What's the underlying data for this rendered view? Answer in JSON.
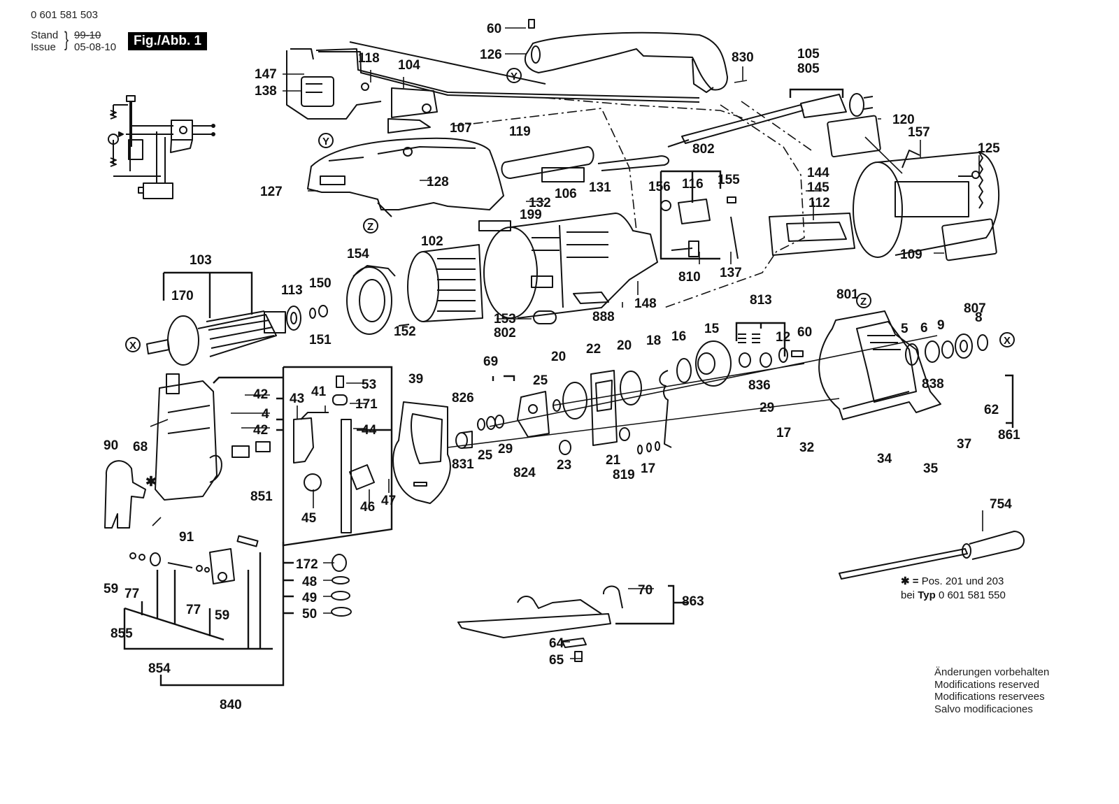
{
  "header": {
    "doc_number": "0 601 581 503",
    "stand_label": "Stand",
    "stand_value": "99-10",
    "issue_label": "Issue",
    "issue_value": "05-08-10",
    "figure_badge": "Fig./Abb. 1"
  },
  "reference_markers": {
    "x": "X",
    "y": "Y",
    "z": "Z"
  },
  "part_labels": {
    "p60_top": "60",
    "p126": "126",
    "p830": "830",
    "p105": "105",
    "p805": "805",
    "p118": "118",
    "p104": "104",
    "p147": "147",
    "p138": "138",
    "p107": "107",
    "p119": "119",
    "p120": "120",
    "p157": "157",
    "p125": "125",
    "p127": "127",
    "p128": "128",
    "p132": "132",
    "p106": "106",
    "p131": "131",
    "p802_top": "802",
    "p156": "156",
    "p116": "116",
    "p155": "155",
    "p144": "144",
    "p145": "145",
    "p112": "112",
    "p199": "199",
    "p102": "102",
    "p103": "103",
    "p170": "170",
    "p154": "154",
    "p113": "113",
    "p150": "150",
    "p151": "151",
    "p152": "152",
    "p153": "153",
    "p802_mid": "802",
    "p888": "888",
    "p148": "148",
    "p810": "810",
    "p137": "137",
    "p109": "109",
    "p813": "813",
    "p801": "801",
    "p807": "807",
    "p8": "8",
    "p5": "5",
    "p6": "6",
    "p9": "9",
    "p12": "12",
    "p60_mid": "60",
    "p15": "15",
    "p16": "16",
    "p18": "18",
    "p20a": "20",
    "p20b": "20",
    "p22": "22",
    "p25a": "25",
    "p25b": "25",
    "p69": "69",
    "p826": "826",
    "p831": "831",
    "p29a": "29",
    "p824": "824",
    "p23": "23",
    "p21": "21",
    "p819": "819",
    "p17a": "17",
    "p836": "836",
    "p29b": "29",
    "p17b": "17",
    "p32": "32",
    "p838": "838",
    "p62": "62",
    "p861": "861",
    "p37": "37",
    "p34": "34",
    "p35": "35",
    "p39": "39",
    "p53": "53",
    "p171": "171",
    "p44": "44",
    "p43": "43",
    "p41": "41",
    "p42a": "42",
    "p4": "4",
    "p42b": "42",
    "p68": "68",
    "p90": "90",
    "p851": "851",
    "p45": "45",
    "p46": "46",
    "p47": "47",
    "p91": "91",
    "p172": "172",
    "p48": "48",
    "p49": "49",
    "p50": "50",
    "p59a": "59",
    "p77a": "77",
    "p77b": "77",
    "p59b": "59",
    "p855": "855",
    "p854": "854",
    "p840": "840",
    "p70": "70",
    "p863": "863",
    "p64": "64",
    "p65": "65",
    "p754": "754"
  },
  "footnote": {
    "symbol": "✱",
    "line1_prefix": "=",
    "line1_text": "Pos. 201 und 203",
    "line2_prefix": "bei",
    "line2_bold": "Typ",
    "line2_number": "0 601 581 550"
  },
  "modifications": [
    "Änderungen vorbehalten",
    "Modifications reserved",
    "Modifications reservees",
    "Salvo modificaciones"
  ]
}
